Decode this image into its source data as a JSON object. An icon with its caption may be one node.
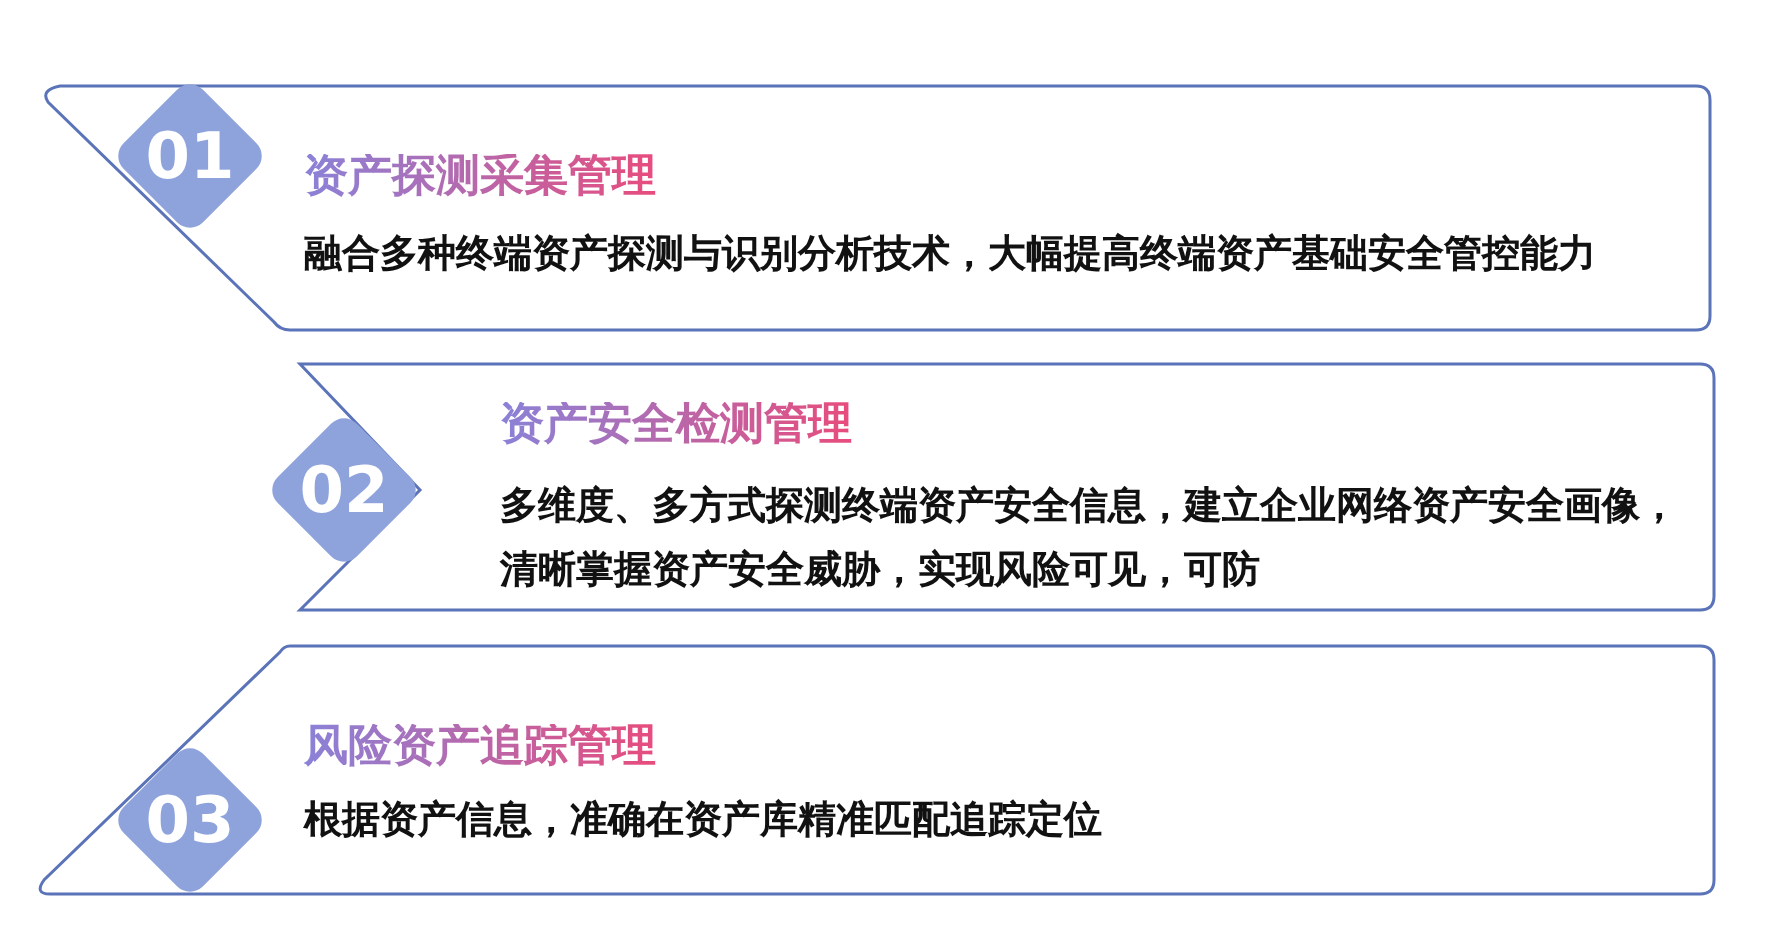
{
  "diagram": {
    "nodes": [
      {
        "text": [
          "资产探测采集管理",
          "融合多种终端资产探测与识别分析技术，大幅提高终端资产基础安全管控能力"
        ]
      },
      {
        "text": [
          "01"
        ],
        "in": 0
      },
      {
        "text": [
          "资产安全检测管理",
          "多维度、多方式探测终端资产安全信息，建立企业网络资产安全画像，清晰掌握资产安全威胁，实现风险可见，可防"
        ]
      },
      {
        "text": [
          "02"
        ]
      },
      {
        "text": [
          "风险资产追踪管理",
          "根据资产信息，准确在资产库精准匹配追踪定位"
        ]
      },
      {
        "text": [
          "03"
        ],
        "in": 4
      }
    ]
  }
}
